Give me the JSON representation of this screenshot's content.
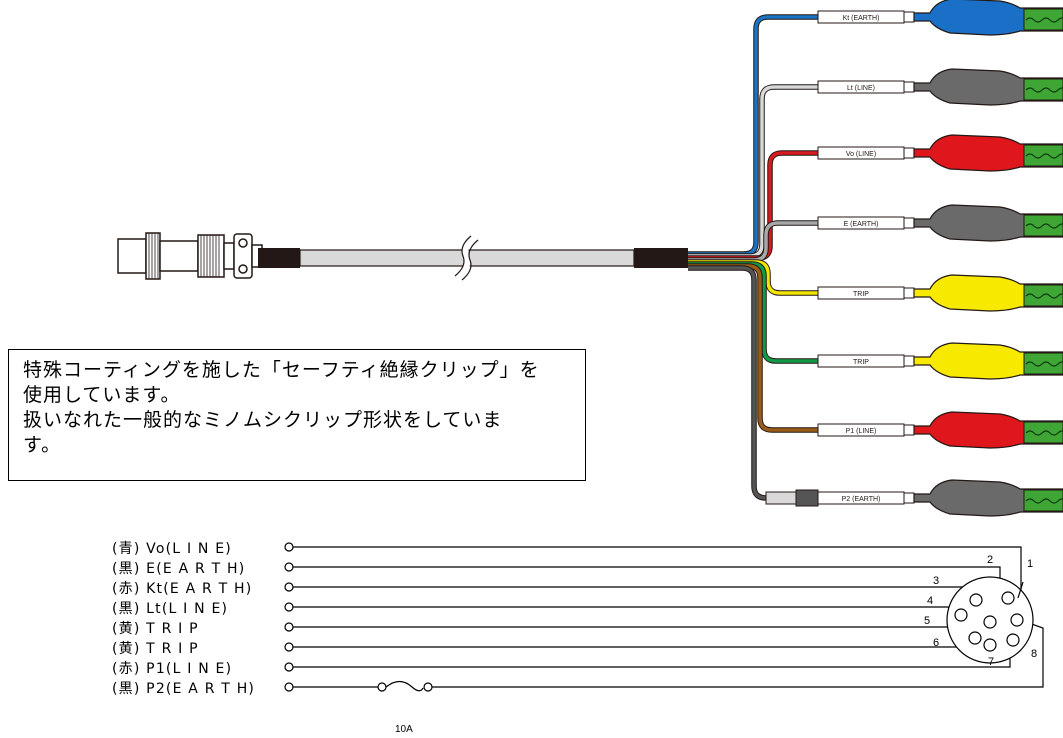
{
  "note": {
    "lines": [
      "特殊コーティングを施した「セーフティ絶縁クリップ」を",
      "使用しています。",
      "扱いなれた一般的なミノムシクリップ形状をしていま",
      "す。"
    ]
  },
  "clips": [
    {
      "tag": "Kt (EARTH)",
      "wire_color": "#1a72c0",
      "clip_color": "#1a6fc7"
    },
    {
      "tag": "Lt (LINE)",
      "wire_color": "#d8d8d8",
      "clip_color": "#6a6a6a"
    },
    {
      "tag": "Vo (LINE)",
      "wire_color": "#d71920",
      "clip_color": "#e0161d"
    },
    {
      "tag": "E (EARTH)",
      "wire_color": "#a8a8a8",
      "clip_color": "#6a6a6a"
    },
    {
      "tag": "TRIP",
      "wire_color": "#f2e500",
      "clip_color": "#f7ea00"
    },
    {
      "tag": "TRIP",
      "wire_color": "#139a48",
      "clip_color": "#f7ea00"
    },
    {
      "tag": "P1 (LINE)",
      "wire_color": "#9a5b18",
      "clip_color": "#e0161d"
    },
    {
      "tag": "P2 (EARTH)",
      "wire_color": "#555555",
      "clip_color": "#6a6a6a"
    }
  ],
  "wiring": {
    "wires": [
      {
        "label": "(青) Vo(L I N E)",
        "pin": "1"
      },
      {
        "label": "(黒) E(E A R T H)",
        "pin": "2"
      },
      {
        "label": "(赤) Kt(E A R T H)",
        "pin": "3"
      },
      {
        "label": "(黒) Lt(L I N E)",
        "pin": "4"
      },
      {
        "label": "(黄) T R I P",
        "pin": "5"
      },
      {
        "label": "(黄) T R I P",
        "pin": "6"
      },
      {
        "label": "(赤) P1(L I N E)",
        "pin": "7"
      },
      {
        "label": "(黒) P2(E A R T H)",
        "pin": "8"
      }
    ],
    "fuse_label": "10A"
  },
  "colors": {
    "clip_insulator_green": "#3fa535",
    "cable_sheath": "#d9d9d9",
    "cable_end": "#231815"
  }
}
